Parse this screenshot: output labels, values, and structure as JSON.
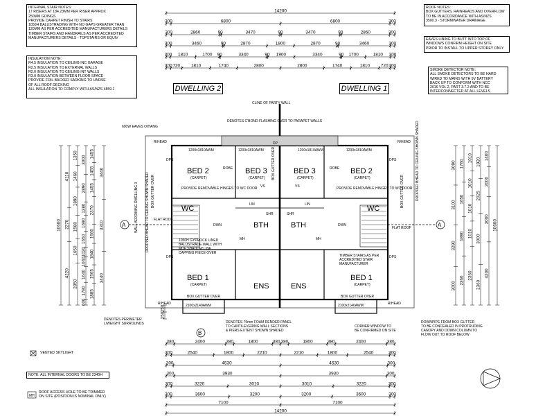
{
  "notes": {
    "stair": {
      "title": "INTERNAL STAIR NOTES:",
      "lines": [
        "17 RISERS AT 184.23mm PER RISER APPROX",
        "250mm GOINGS",
        "PROVIDE CARPET FINISH TO STAIRS",
        "1050H BALUSTRADING WITH NO GAPS GREATER THAN",
        "120mm AS PER ACCREDITED MANUFACTURERS DETAILS",
        "TIMBER STAIRS AND HANDRAILS AS PER ACCREDITED",
        "MANUFACTURERS DETAILS - TOPSTAIRS OR EQUIV"
      ]
    },
    "insulation": {
      "title": "INSULATION NOTE:",
      "lines": [
        "R4.5 INSULATION TO CEILING INC GARAGE",
        "R2.5 INSULATION TO EXTERNAL WALLS",
        "R2.0 INSULATION TO CEILING INT WALLS",
        "R3.0 INSULATION BETWEEN FLOOR SPACE",
        "PROVIDE FOIL BACKED SARKING TO UNDSE",
        "OF ALL ROOF DECKING",
        "ALL INSULATION TO COMPLY WITH AS/NZS 4859.1"
      ]
    },
    "roof": {
      "title": "ROOF NOTES:",
      "lines": [
        "BOX GUTTERS, RAINHEADS AND OVERFLOW",
        "TO BE IN ACCORDANCE WITH AS/NZS",
        "3500.3 - STORMWATER DRAINAGE"
      ]
    },
    "eaves": {
      "lines": [
        "EAVES LINING TO BUTT INTO TOP OF",
        "WINDOWS CONFIRM HEIGHT ON SITE",
        "PRIOR TO INSTALL TO UPPER STOREY ONLY"
      ]
    },
    "smoke": {
      "title": "SMOKE DETECTOR NOTE:",
      "lines": [
        "ALL SMOKE DETECTORS TO BE HARD",
        "WIRED TO MAINS WITH 9V BATTERY",
        "BACK UP TO CONFORM WITH NCC",
        "2016 VOL 2, PART 3.7.2 AND TO BE",
        "INTERCONNECTED AT ALL LEVELS"
      ]
    },
    "doors": "NOTE: ALL INTERNAL DOORS TO BE 2340H",
    "roof_access": [
      "ROOF ACCESS HOLE TO BE TRIMMED",
      "ON SITE (POSITION IS NOMINAL ONLY)"
    ],
    "skylight": "VENTED SKYLIGHT"
  },
  "dwellings": [
    "DWELLING 2",
    "DWELLING 1"
  ],
  "top_dims": {
    "overall": "14200",
    "row1": [
      "300",
      "6800",
      "6800",
      "300"
    ],
    "row2": [
      "300",
      "2860",
      "90",
      "3470",
      "90",
      "3470",
      "90",
      "2860",
      "300"
    ],
    "row3": [
      "300",
      "3460",
      "90",
      "2870",
      "1800",
      "2870",
      "90",
      "3460",
      "300"
    ],
    "row4": [
      "300",
      "1810",
      "1700",
      "90",
      "3340",
      "90",
      "1900",
      "3340",
      "90",
      "1700",
      "1810",
      "300"
    ],
    "row5": [
      "300",
      "720",
      "1810",
      "1740",
      "2800",
      "2800",
      "1740",
      "1810",
      "720",
      "300"
    ]
  },
  "bottom_dims": {
    "row1": [
      "380",
      "2400",
      "380",
      "1800",
      "380",
      "380",
      "1800",
      "380",
      "2400",
      "380"
    ],
    "row2": [
      "300",
      "2540",
      "1800",
      "2210",
      "2210",
      "1800",
      "2540",
      "300"
    ],
    "row3": [
      "300",
      "4530",
      "4530",
      "300"
    ],
    "row4": [
      "300",
      "3930",
      "3930",
      "300"
    ],
    "row5": [
      "300",
      "3220",
      "3010",
      "3010",
      "3220",
      "300"
    ],
    "row6": [
      "300",
      "3600",
      "3200",
      "3200",
      "3600",
      "300"
    ],
    "halves": [
      "7100",
      "7100"
    ],
    "overall": "14200"
  },
  "left_dims": {
    "overall": "10600",
    "a": [
      "4110",
      "2270",
      "4220"
    ],
    "b": [
      "1350",
      "1460",
      "1890",
      "1580",
      "1650",
      "2850"
    ],
    "c": [
      "3000",
      "2890",
      "1380",
      "1690",
      "1650",
      "1020",
      "1040",
      "1640",
      "1780",
      "600"
    ],
    "d": [
      "1455",
      "1455",
      "1455",
      "2370",
      "1660",
      "1840",
      "1565",
      "1885"
    ],
    "e": [
      "3440",
      "3310",
      "3440"
    ],
    "f": [
      "250",
      "250"
    ]
  },
  "right_dims": {
    "overall": "10600",
    "a": [
      "3090",
      "3100",
      "3290",
      "3000"
    ],
    "b": [
      "1760",
      "1650",
      "1890",
      "2360"
    ],
    "c": [
      "1010",
      "1010",
      "1010",
      "1010",
      "2360"
    ],
    "d": [
      "1920",
      "2025",
      "3000",
      "2360"
    ],
    "e": [
      "1400",
      "2000",
      "3000",
      "4200"
    ]
  },
  "rooms": [
    {
      "name": "BED 2",
      "sub": "(CARPET)"
    },
    {
      "name": "BED 3",
      "sub": "(CARPET)"
    },
    {
      "name": "BED 3",
      "sub": "(CARPET)"
    },
    {
      "name": "BED 2",
      "sub": "(CARPET)"
    },
    {
      "name": "WC",
      "sub": ""
    },
    {
      "name": "WC",
      "sub": ""
    },
    {
      "name": "BTH",
      "sub": ""
    },
    {
      "name": "BTH",
      "sub": ""
    },
    {
      "name": "BED 1",
      "sub": "(CARPET)"
    },
    {
      "name": "BED 1",
      "sub": "(CARPET)"
    },
    {
      "name": "ENS",
      "sub": ""
    },
    {
      "name": "ENS",
      "sub": ""
    }
  ],
  "labels": {
    "cline": "CLINE OF PARTY WALL",
    "cbond": "DENOTES C'BOND FLASHING OVER TO PARAPET WALLS",
    "eaves600": "600W EAVES O/HANG",
    "rhead": "R/HEAD",
    "box_gutter": "BOX GUTTER OVER",
    "flat_roof": "FLAT ROOF",
    "wall_adjoining": "WALL ADJOINING DWELLING 3",
    "dropped_bhead_l": "DROPPED BHEAD TO CEILING SHOWN SHADED",
    "dropped_bhead_r": "DROPPED BHEAD TO CEILING SHOWN SHADED",
    "gyprock": [
      "1050H GYPROCK LINED",
      "BALUSTRADE WALL WITH",
      "MDF SHADOW LINE",
      "CAPPING PIECE OVER"
    ],
    "timber_stairs": [
      "TIMBER STAIRS AS PER",
      "ACCREDITED STAIR",
      "MANUFACTURER"
    ],
    "removable": "PROVIDE REMOVABLE HINGES TO WC DOOR",
    "perimeter": [
      "DENOTES PERIMETER",
      "L/WEIGHT SURROUNDS"
    ],
    "foam": [
      "DENOTES 75mm FOAM RENDER PANEL",
      "TO CANTILEVERING WALL SECTIONS",
      "& PIERS EXTENT SHOWN SHADED"
    ],
    "corner_window": [
      "CORNER WINDOW TO",
      "BE CONFIRMED ON SITE"
    ],
    "downpipe": [
      "DOWNPIPE FROM BOX GUTTER",
      "TO BE CONCEALED IN PROTRUDING",
      "CANOPY AND DOWN COLUMN TO",
      "FLOW OUT TO ROOF BELOW"
    ],
    "window1": "1200x1810AWM",
    "window2": "2100x2140AWM",
    "robe": "ROBE",
    "lin": "LIN",
    "shr": "SHR",
    "dwn": "DWN",
    "mh": "MH",
    "dp": "DP",
    "dps": "DPS",
    "vs": "VS",
    "section_a": "A",
    "section_b": "B",
    "mh_legend": "MH"
  }
}
